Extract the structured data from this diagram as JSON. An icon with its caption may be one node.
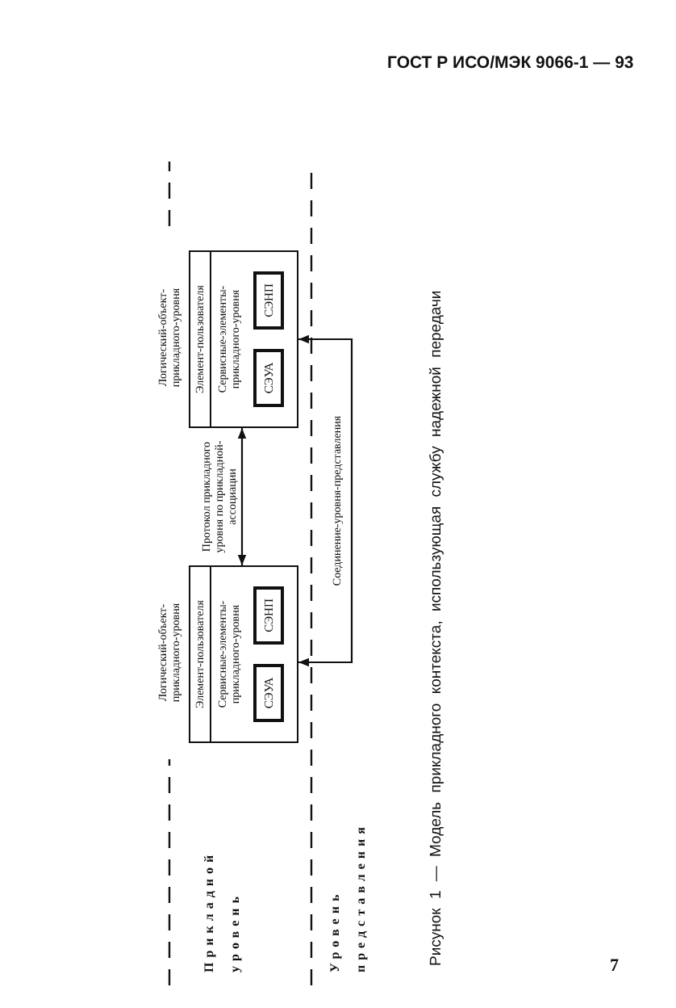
{
  "diagram": {
    "caption": "Рисунок 1 — Модель прикладного контекста, использующая службу надежной передачи",
    "nodes": [
      {
        "text": [
          "Логический-объект-прикладного-уровня"
        ]
      },
      {
        "text": [
          "Элемент-пользователя"
        ],
        "in": 0
      },
      {
        "text": [
          "Сервисные-элементы-прикладного-уровня"
        ],
        "in": 0
      },
      {
        "text": [
          "СЭУА"
        ],
        "in": 2
      },
      {
        "text": [
          "СЭНП"
        ],
        "in": 2
      },
      {
        "text": [
          "Логический-объект-прикладного-уровня"
        ]
      },
      {
        "text": [
          "Элемент-пользователя"
        ],
        "in": 5
      },
      {
        "text": [
          "Сервисные-элементы-прикладного-уровня"
        ],
        "in": 5
      },
      {
        "text": [
          "СЭУА"
        ],
        "in": 7
      },
      {
        "text": [
          "СЭНП"
        ],
        "in": 7
      }
    ],
    "edges": [
      {
        "from": 0,
        "to": 5,
        "arrow": "both",
        "label": "Протокол прикладного уровня по прикладной-ассоциации"
      },
      {
        "from": 0,
        "to": 5,
        "arrow": "both",
        "label": "Соединение-уровня-представления"
      }
    ],
    "labels": [
      "ГОСТ Р ИСО/МЭК 9066-1 — 93",
      "Прикладной уровень",
      "Уровень представления",
      "7"
    ]
  }
}
